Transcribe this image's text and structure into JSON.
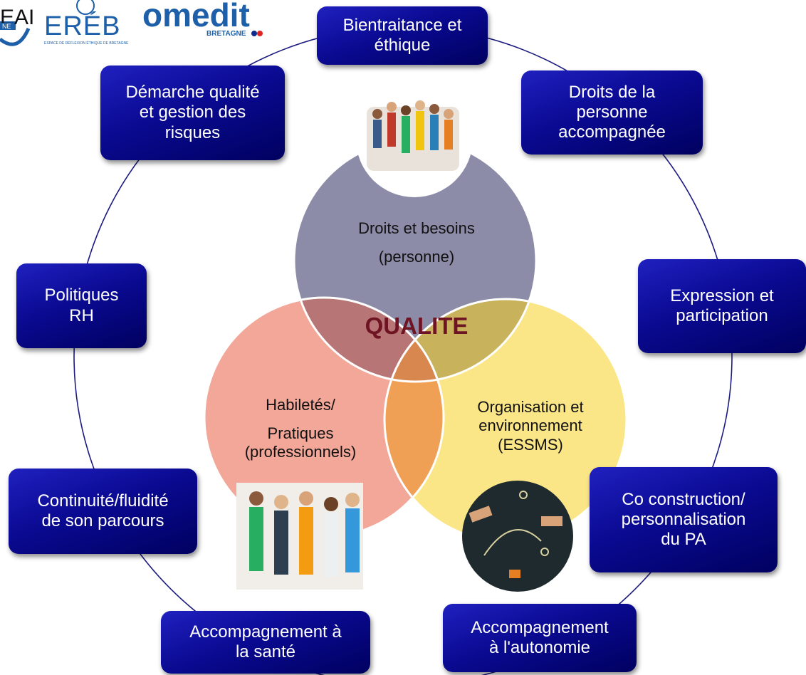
{
  "logos": {
    "logo1_text": "EAI",
    "logo1_sub": "NE",
    "ereb_text": "ERÉB",
    "ereb_sub": "ESPACE DE RÉFLEXION ÉTHIQUE DE BRETAGNE",
    "omedit_text": "omedit",
    "omedit_sub": "BRETAGNE"
  },
  "boxes": {
    "bientraitance": "Bientraitance et\néthique",
    "droits_personne": "Droits de la\npersonne\naccompagnée",
    "expression": "Expression et\nparticipation",
    "coconstruction": "Co construction/\npersonnalisation\ndu PA",
    "autonomie": "Accompagnement\nà l'autonomie",
    "sante": "Accompagnement à\nla santé",
    "continuite": "Continuité/fluidité\nde son parcours",
    "politiques_rh": "Politiques\nRH",
    "demarche": "Démarche qualité\net gestion des\nrisques"
  },
  "venn": {
    "top_line1": "Droits et besoins",
    "top_line2": "(personne)",
    "left_line1": "Habiletés/",
    "left_line2": "Pratiques\n(professionnels)",
    "right_text": "Organisation et\nenvironnement\n(ESSMS)",
    "center": "QUALITE"
  },
  "colors": {
    "box_dark": "#0a0a92",
    "circle_top": "#8c8ca8",
    "circle_left": "#f1a394",
    "circle_right": "#fbe582",
    "center_text": "#6e1423"
  }
}
